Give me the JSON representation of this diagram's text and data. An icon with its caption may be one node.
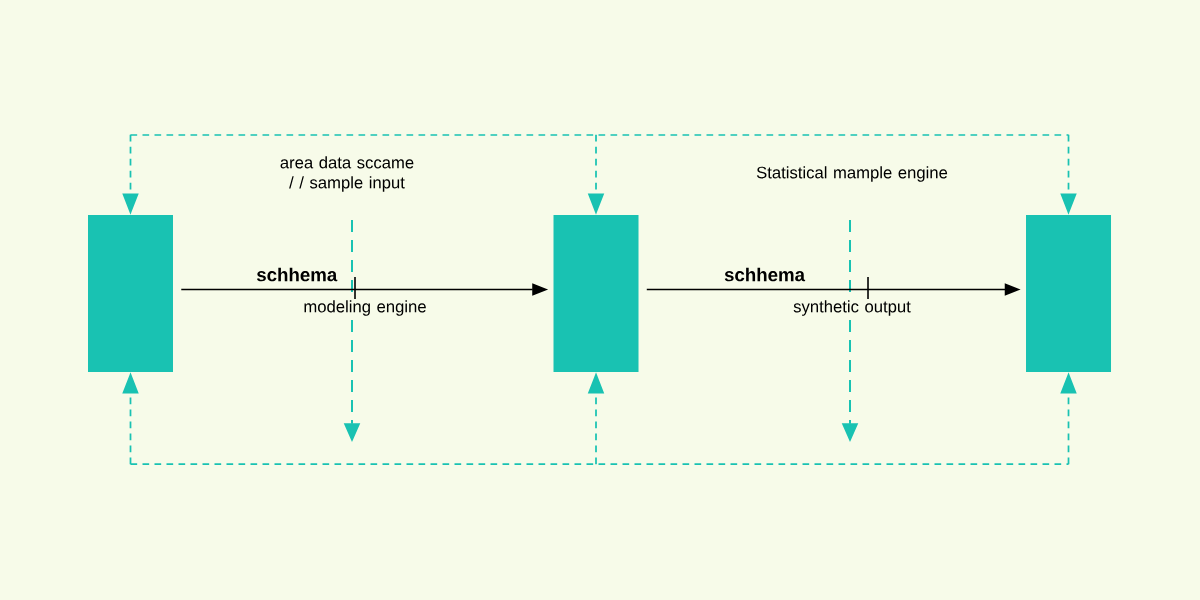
{
  "diagram": {
    "nodes": [
      {
        "text": [],
        "shape": "box"
      },
      {
        "text": [],
        "shape": "box"
      },
      {
        "text": [],
        "shape": "box"
      }
    ],
    "edges": [
      {
        "from": 0,
        "to": 1,
        "arrow": "to",
        "label": "schhema",
        "color": "#000000"
      },
      {
        "from": 1,
        "to": 2,
        "arrow": "to",
        "label": "schhema",
        "color": "#000000"
      },
      {
        "from": null,
        "to": 0,
        "arrow": "to",
        "style": "dashed",
        "color": "#19c2b2"
      },
      {
        "from": null,
        "to": 1,
        "arrow": "to",
        "style": "dashed",
        "color": "#19c2b2"
      },
      {
        "from": null,
        "to": 2,
        "arrow": "to",
        "style": "dashed",
        "color": "#19c2b2"
      },
      {
        "from": null,
        "to": 0,
        "arrow": "to",
        "style": "dashed",
        "color": "#19c2b2"
      },
      {
        "from": null,
        "to": 1,
        "arrow": "to",
        "style": "dashed",
        "color": "#19c2b2"
      },
      {
        "from": null,
        "to": 2,
        "arrow": "to",
        "style": "dashed",
        "color": "#19c2b2"
      }
    ],
    "labels": [
      "area data sccame / / sample input",
      "Statistical mample engine",
      "modeling engine",
      "synthetic output"
    ]
  }
}
